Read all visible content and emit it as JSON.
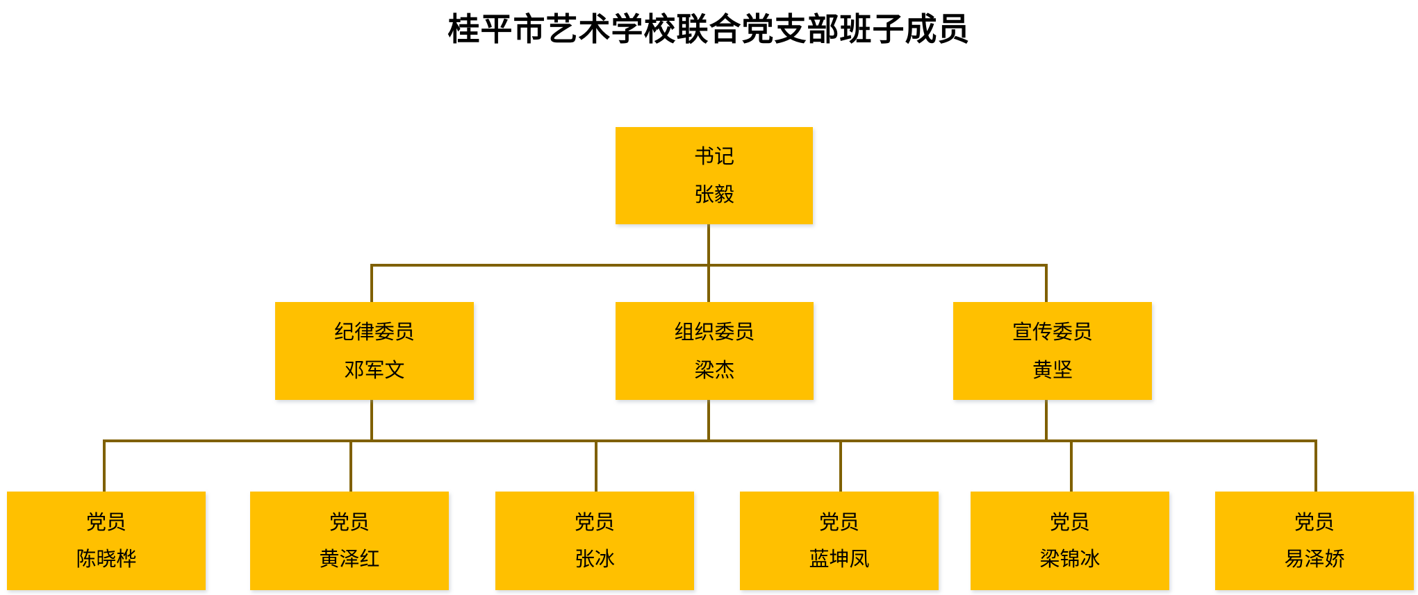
{
  "title": "桂平市艺术学校联合党支部班子成员",
  "colors": {
    "node_fill": "#FFC000",
    "connector": "#7F6000",
    "text": "#000000",
    "background": "#FFFFFF"
  },
  "chart_data": {
    "type": "org-chart",
    "title": "桂平市艺术学校联合党支部班子成员",
    "levels": 3,
    "nodes": [
      {
        "id": "n0",
        "level": 1,
        "role": "书记",
        "person": "张毅",
        "parent": null
      },
      {
        "id": "n1",
        "level": 2,
        "role": "纪律委员",
        "person": "邓军文",
        "parent": "n0"
      },
      {
        "id": "n2",
        "level": 2,
        "role": "组织委员",
        "person": "梁杰",
        "parent": "n0"
      },
      {
        "id": "n3",
        "level": 2,
        "role": "宣传委员",
        "person": "黄坚",
        "parent": "n0"
      },
      {
        "id": "n4",
        "level": 3,
        "role": "党员",
        "person": "陈晓桦",
        "parent": "n1"
      },
      {
        "id": "n5",
        "level": 3,
        "role": "党员",
        "person": "黄泽红",
        "parent": "n1"
      },
      {
        "id": "n6",
        "level": 3,
        "role": "党员",
        "person": "张冰",
        "parent": "n2"
      },
      {
        "id": "n7",
        "level": 3,
        "role": "党员",
        "person": "蓝坤凤",
        "parent": "n2"
      },
      {
        "id": "n8",
        "level": 3,
        "role": "党员",
        "person": "梁锦冰",
        "parent": "n3"
      },
      {
        "id": "n9",
        "level": 3,
        "role": "党员",
        "person": "易泽娇",
        "parent": "n3"
      }
    ]
  },
  "level1": {
    "secretary": {
      "role": "书记",
      "person": "张毅"
    }
  },
  "level2": {
    "members": [
      {
        "role": "纪律委员",
        "person": "邓军文"
      },
      {
        "role": "组织委员",
        "person": "梁杰"
      },
      {
        "role": "宣传委员",
        "person": "黄坚"
      }
    ]
  },
  "level3": {
    "members": [
      {
        "role": "党员",
        "person": "陈晓桦"
      },
      {
        "role": "党员",
        "person": "黄泽红"
      },
      {
        "role": "党员",
        "person": "张冰"
      },
      {
        "role": "党员",
        "person": "蓝坤凤"
      },
      {
        "role": "党员",
        "person": "梁锦冰"
      },
      {
        "role": "党员",
        "person": "易泽娇"
      }
    ]
  }
}
